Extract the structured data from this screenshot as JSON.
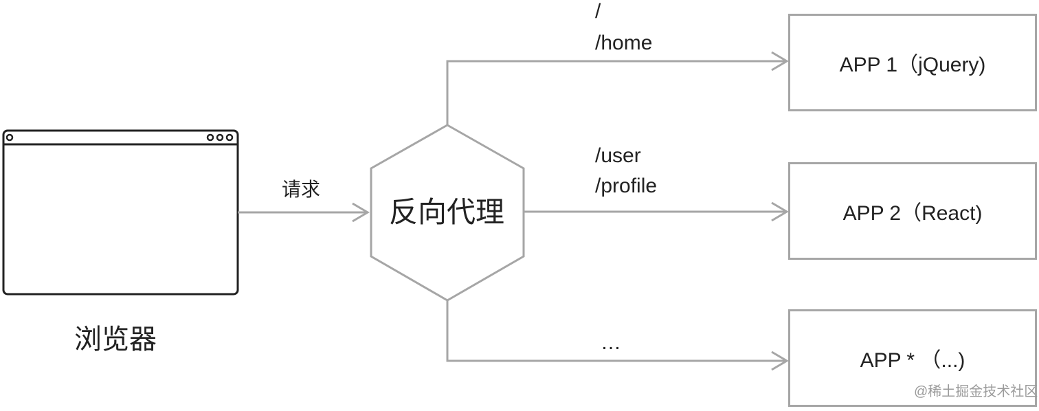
{
  "browser": {
    "label": "浏览器"
  },
  "request": {
    "label": "请求"
  },
  "proxy": {
    "label": "反向代理"
  },
  "routes": [
    {
      "line1": "/",
      "line2": "/home"
    },
    {
      "line1": "/user",
      "line2": "/profile"
    },
    {
      "line1": "…",
      "line2": ""
    }
  ],
  "apps": [
    {
      "label": "APP 1（jQuery)"
    },
    {
      "label": "APP 2（React)"
    },
    {
      "label": "APP * （...)"
    }
  ],
  "watermark": "@稀土掘金技术社区",
  "colors": {
    "line": "#a6a6a6",
    "text": "#222222",
    "browser_border": "#222222"
  }
}
